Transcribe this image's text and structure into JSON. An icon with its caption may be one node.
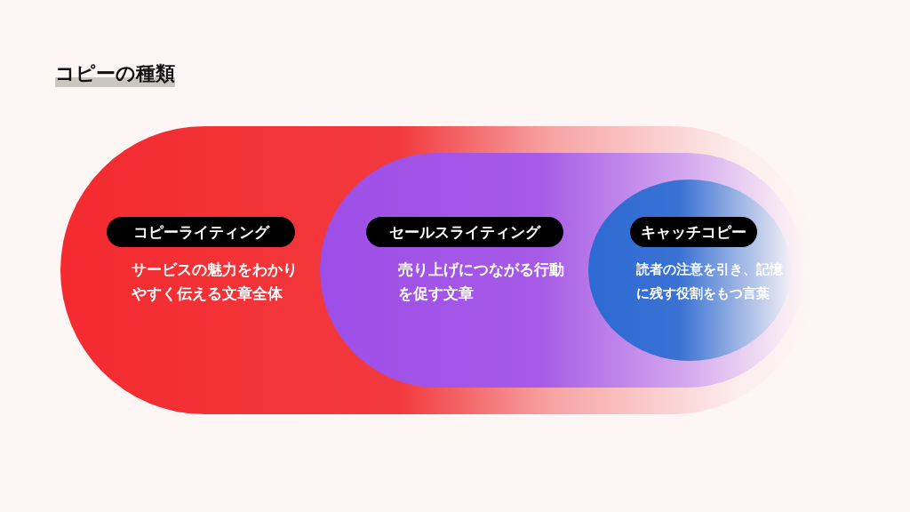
{
  "diagram": {
    "title": "コピーの種類",
    "nodes": [
      {
        "text": [
          "コピーライティング",
          "サービスの魅力をわかりやすく伝える文章全体"
        ]
      },
      {
        "text": [
          "セールスライティング",
          "売り上げにつながる行動を促す文章"
        ],
        "in": 0
      },
      {
        "text": [
          "キャッチコピー",
          "読者の注意を引き、記憶に残す役割をもつ言葉"
        ],
        "in": 1
      }
    ]
  }
}
